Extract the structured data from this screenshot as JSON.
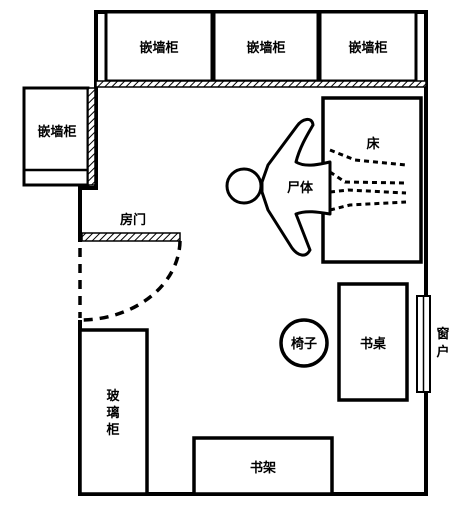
{
  "labels": {
    "cabinet_top_1": "嵌墙柜",
    "cabinet_top_2": "嵌墙柜",
    "cabinet_top_3": "嵌墙柜",
    "cabinet_left": "嵌墙柜",
    "bed": "床",
    "body": "尸体",
    "door": "房门",
    "chair": "椅子",
    "desk": "书桌",
    "window_1": "窗",
    "window_2": "户",
    "glass_cabinet_1": "玻",
    "glass_cabinet_2": "璃",
    "glass_cabinet_3": "柜",
    "bookshelf": "书架"
  },
  "colors": {
    "line": "#000000",
    "background": "#ffffff"
  }
}
